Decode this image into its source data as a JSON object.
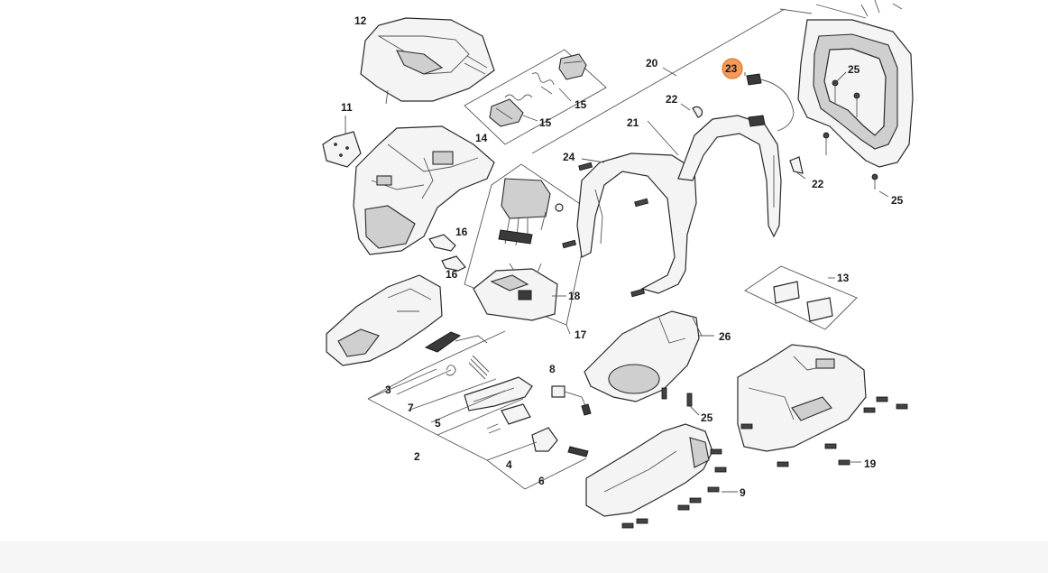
{
  "diagram": {
    "highlight_color": "#f39b5b",
    "labels": {
      "l12": "12",
      "l11": "11",
      "l14": "14",
      "l15a": "15",
      "l15b": "15",
      "l20": "20",
      "l22a": "22",
      "l21": "21",
      "l23": "23",
      "l24": "24",
      "l25a": "25",
      "l22b": "22",
      "l25b": "25",
      "l16a": "16",
      "l16b": "16",
      "l18": "18",
      "l17": "17",
      "l13": "13",
      "l26": "26",
      "l8": "8",
      "l25c": "25",
      "l3": "3",
      "l7": "7",
      "l5": "5",
      "l2": "2",
      "l4": "4",
      "l6": "6",
      "l9": "9",
      "l19": "19"
    }
  }
}
